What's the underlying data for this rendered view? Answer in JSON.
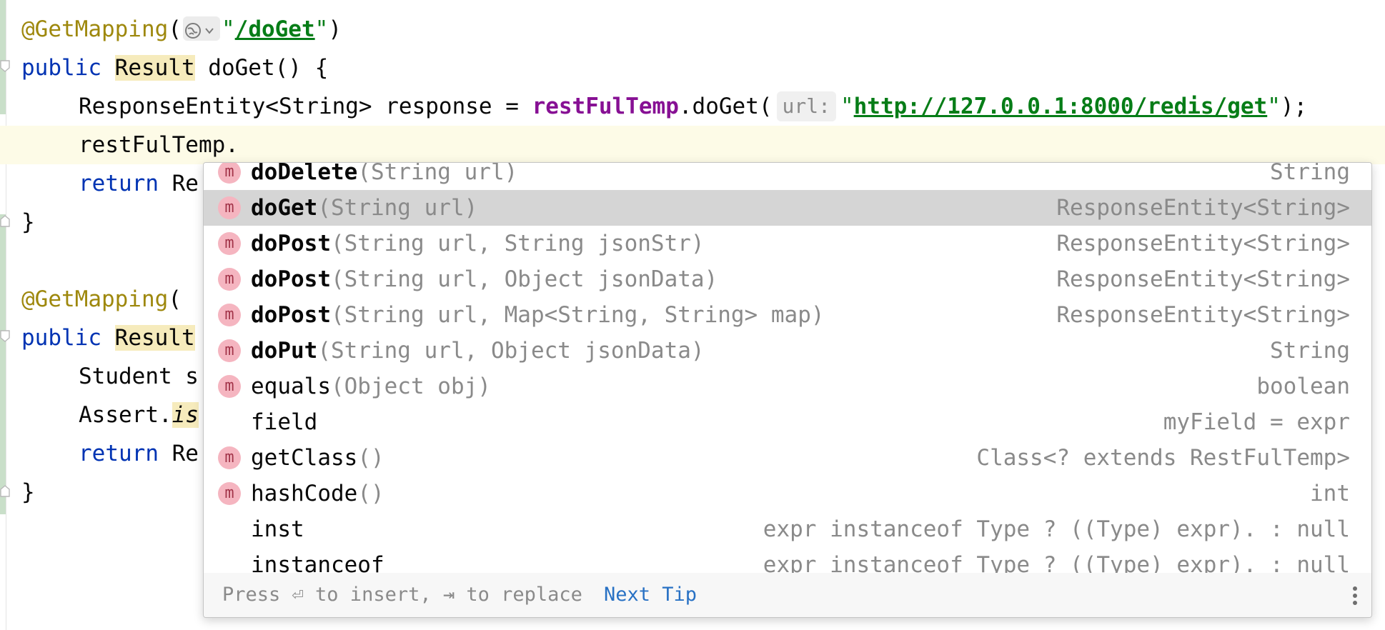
{
  "editor": {
    "lines": [
      {
        "id": "l1",
        "annotation": "@GetMapping",
        "paren_open": "(",
        "path": "/doGet",
        "quote_open": "\"",
        "quote_close": "\"",
        "paren_close": ")"
      },
      {
        "id": "l2",
        "kw": "public",
        "type": "Result",
        "rest": " doGet() {"
      },
      {
        "id": "l3",
        "a": "ResponseEntity<String> response = ",
        "field": "restFulTemp",
        "b": ".doGet(",
        "inlay": "url:",
        "q1": "\"",
        "url": "http://127.0.0.1:8000/redis/get",
        "q2": "\"",
        "end": ");"
      },
      {
        "id": "l4",
        "text": "restFulTemp."
      },
      {
        "id": "l5",
        "kw": "return",
        "rest": " Re"
      },
      {
        "id": "l6",
        "text": "}"
      },
      {
        "id": "l7",
        "annotation": "@GetMapping",
        "paren_open": "("
      },
      {
        "id": "l8",
        "kw": "public",
        "type": "Result"
      },
      {
        "id": "l9",
        "text": "Student s"
      },
      {
        "id": "l10",
        "a": "Assert.",
        "italic": "is"
      },
      {
        "id": "l11",
        "kw": "return",
        "rest": " Re"
      },
      {
        "id": "l12",
        "text": "}"
      }
    ]
  },
  "completion": {
    "items": [
      {
        "icon": "m",
        "name": "doDelete",
        "params": "(String url)",
        "type": "String",
        "bold": true
      },
      {
        "icon": "m",
        "name": "doGet",
        "params": "(String url)",
        "type": "ResponseEntity<String>",
        "bold": true,
        "selected": true
      },
      {
        "icon": "m",
        "name": "doPost",
        "params": "(String url, String jsonStr)",
        "type": "ResponseEntity<String>",
        "bold": true
      },
      {
        "icon": "m",
        "name": "doPost",
        "params": "(String url, Object jsonData)",
        "type": "ResponseEntity<String>",
        "bold": true
      },
      {
        "icon": "m",
        "name": "doPost",
        "params": "(String url, Map<String, String> map)",
        "type": "ResponseEntity<String>",
        "bold": true
      },
      {
        "icon": "m",
        "name": "doPut",
        "params": "(String url, Object jsonData)",
        "type": "String",
        "bold": true
      },
      {
        "icon": "m",
        "name": "equals",
        "params": "(Object obj)",
        "type": "boolean",
        "bold": false
      },
      {
        "icon": "",
        "name": "field",
        "params": "",
        "type": "myField = expr",
        "bold": false
      },
      {
        "icon": "m",
        "name": "getClass",
        "params": "()",
        "type": "Class<? extends RestFulTemp>",
        "bold": false
      },
      {
        "icon": "m",
        "name": "hashCode",
        "params": "()",
        "type": "int",
        "bold": false
      },
      {
        "icon": "",
        "name": "inst",
        "params": "",
        "type": "expr instanceof Type ? ((Type) expr). : null",
        "bold": false
      },
      {
        "icon": "",
        "name": "instanceof",
        "params": "",
        "type": "expr instanceof Type ? ((Type) expr). : null",
        "bold": false
      }
    ],
    "footer": {
      "hint": "Press ⏎ to insert, ⇥ to replace",
      "tip": "Next Tip"
    }
  }
}
